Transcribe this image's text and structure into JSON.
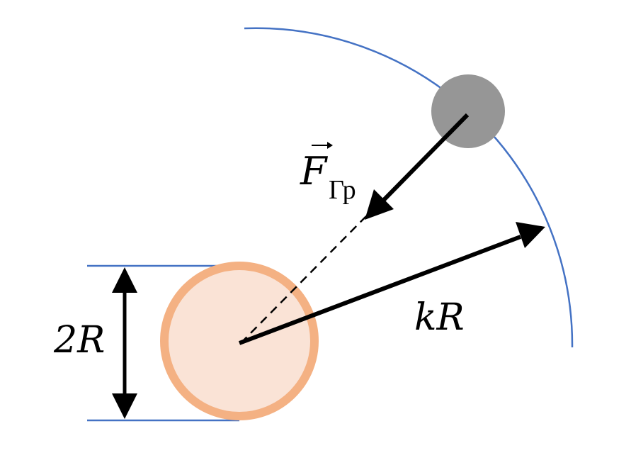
{
  "diagram": {
    "labels": {
      "force_main": "F",
      "force_subscript": "Гр",
      "radius_label": "kR",
      "diameter_label": "2R"
    },
    "colors": {
      "boundary_arc": "#4472c4",
      "dimension_lines": "#4472c4",
      "central_body_fill": "#fae3d6",
      "central_body_stroke": "#f4b183",
      "orbiting_body": "#969696",
      "vectors": "#000000"
    },
    "elements": [
      "boundary-arc",
      "central-body",
      "orbiting-body",
      "gravity-force-vector",
      "radius-vector",
      "diameter-dimension"
    ]
  }
}
